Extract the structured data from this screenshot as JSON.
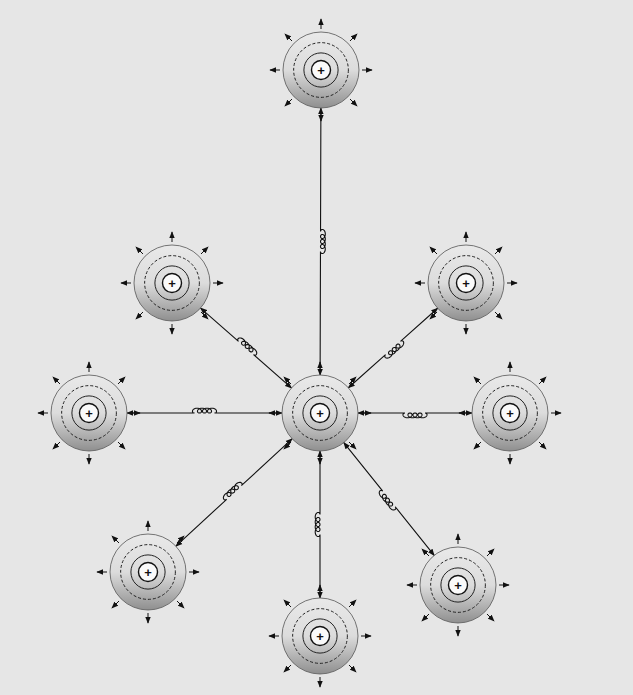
{
  "diagram": {
    "nodes": [
      {
        "text": [
          "+"
        ]
      },
      {
        "text": [
          "+"
        ]
      },
      {
        "text": [
          "+"
        ]
      },
      {
        "text": [
          "+"
        ]
      },
      {
        "text": [
          "+"
        ]
      },
      {
        "text": [
          "+"
        ]
      },
      {
        "text": [
          "+"
        ]
      },
      {
        "text": [
          "+"
        ]
      },
      {
        "text": [
          "+"
        ]
      }
    ],
    "edges": [
      {
        "from": 4,
        "to": 0,
        "arrow": "both"
      },
      {
        "from": 4,
        "to": 1,
        "arrow": "both"
      },
      {
        "from": 4,
        "to": 2,
        "arrow": "both"
      },
      {
        "from": 4,
        "to": 3,
        "arrow": "both"
      },
      {
        "from": 4,
        "to": 5,
        "arrow": "both"
      },
      {
        "from": 4,
        "to": 6,
        "arrow": "both"
      },
      {
        "from": 4,
        "to": 7,
        "arrow": "both"
      },
      {
        "from": 4,
        "to": 8,
        "arrow": "both"
      }
    ]
  }
}
